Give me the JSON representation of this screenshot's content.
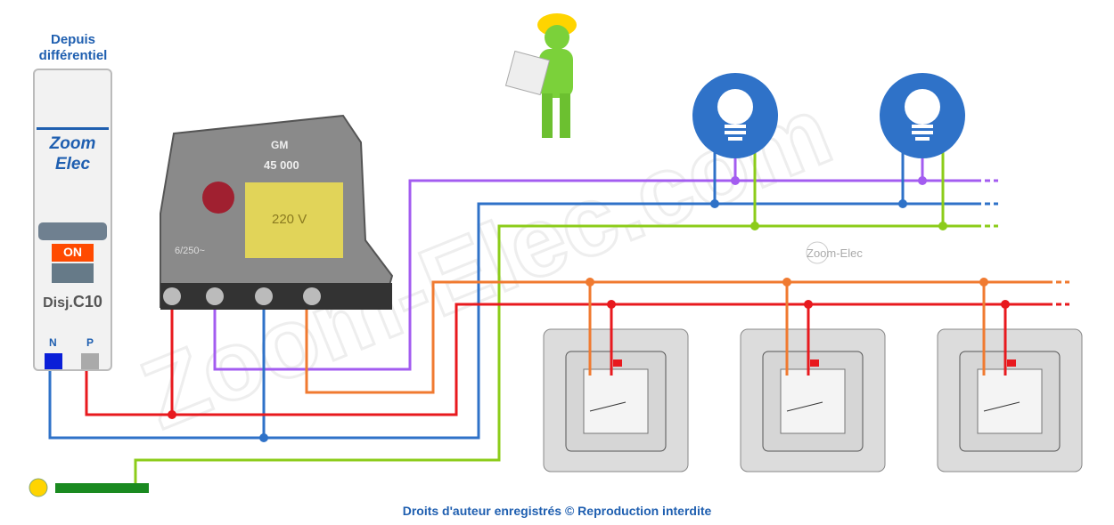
{
  "header": {
    "line1": "Depuis",
    "line2": "différentiel"
  },
  "breaker": {
    "brand1": "Zoom",
    "brand2": "Elec",
    "state": "ON",
    "label_prefix": "Disj.",
    "rating": "C10",
    "terminal_n": "N",
    "terminal_p": "P"
  },
  "relay": {
    "brand": "GM",
    "model": "45 000",
    "voltage": "220 V",
    "rating": "6/250~"
  },
  "watermark": "Zoom-Elec.com",
  "small_logo": "Zoom-Elec",
  "footer": "Droits d'auteur enregistrés © Reproduction interdite",
  "colors": {
    "phase": "#e8191e",
    "neutral": "#2f72c8",
    "earth": "#8ccc1a",
    "control": "#f07a30",
    "lamp_return": "#a35cf0",
    "title": "#1f5fb0",
    "lamp": "#2f72c8"
  }
}
